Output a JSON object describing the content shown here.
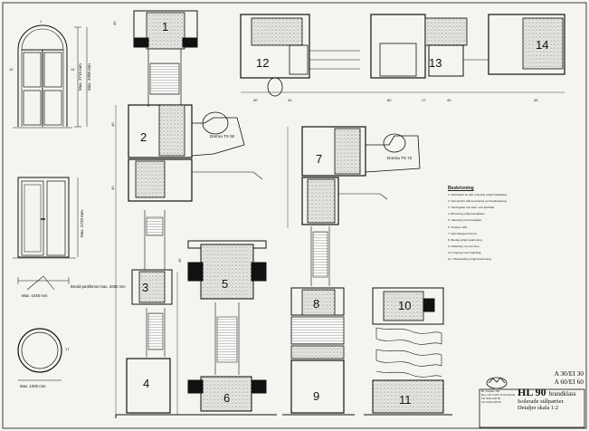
{
  "drawing": {
    "model": "HL 90",
    "class": "brandklass",
    "subtitle_1": "Isolerade stålpartier.",
    "subtitle_2": "Detaljer skala 1:2",
    "fire_class_1": "A 30/EI 30",
    "fire_class_2": "A 60/EI 60",
    "company": "Hl. Fasader AB",
    "company_lines": [
      "Box 150  S-293 22 Olofström",
      "Tel 0454-928 00",
      "Fax 0454-928 99"
    ]
  },
  "details": [
    "1",
    "2",
    "3",
    "4",
    "5",
    "6",
    "7",
    "8",
    "9",
    "10",
    "11",
    "12",
    "13",
    "14"
  ],
  "closers": {
    "left": "Dorma TS 92",
    "right": "Dorma TS 73"
  },
  "elevations": {
    "arch": {
      "max_height": "Max. 2710 mm",
      "max_height_2": "Max. 3300 mm"
    },
    "door": {
      "max_height": "Max. 2720 mm",
      "max_width": "Max. 1045 mm",
      "max_width_total": "Bredd partilörrar max. 2080 mm"
    },
    "circle": {
      "diameter": "Max. 1000 mm"
    },
    "cut_marks": [
      "1",
      "2",
      "3",
      "4",
      "5",
      "6",
      "7",
      "8",
      "9",
      "10",
      "11",
      "12",
      "13",
      "14"
    ]
  },
  "dims": {
    "d40": "40",
    "d45": "45",
    "d60": "60",
    "d17": "17"
  },
  "notes": {
    "heading": "Beskrivning",
    "items": [
      "1. Dörrbladet av stål. Isolering enligt brandklass.",
      "2. Karmprofil i stål med kärna av brandisolering.",
      "3. Tätningslist runt karm och dörrblad.",
      "4. Bröstning enligt brandklass.",
      "5. Glasning med brandglas.",
      "6. Tröskel i stål.",
      "7. Dörrstängare Dorma.",
      "8. Beslag enligt beskrivning.",
      "9. Infästning mot stomme.",
      "10. Fogning med brandfog.",
      "11. Ytbehandling enligt beskrivning."
    ]
  },
  "colors": {
    "line": "#111111",
    "paper": "#f4f4f1"
  }
}
